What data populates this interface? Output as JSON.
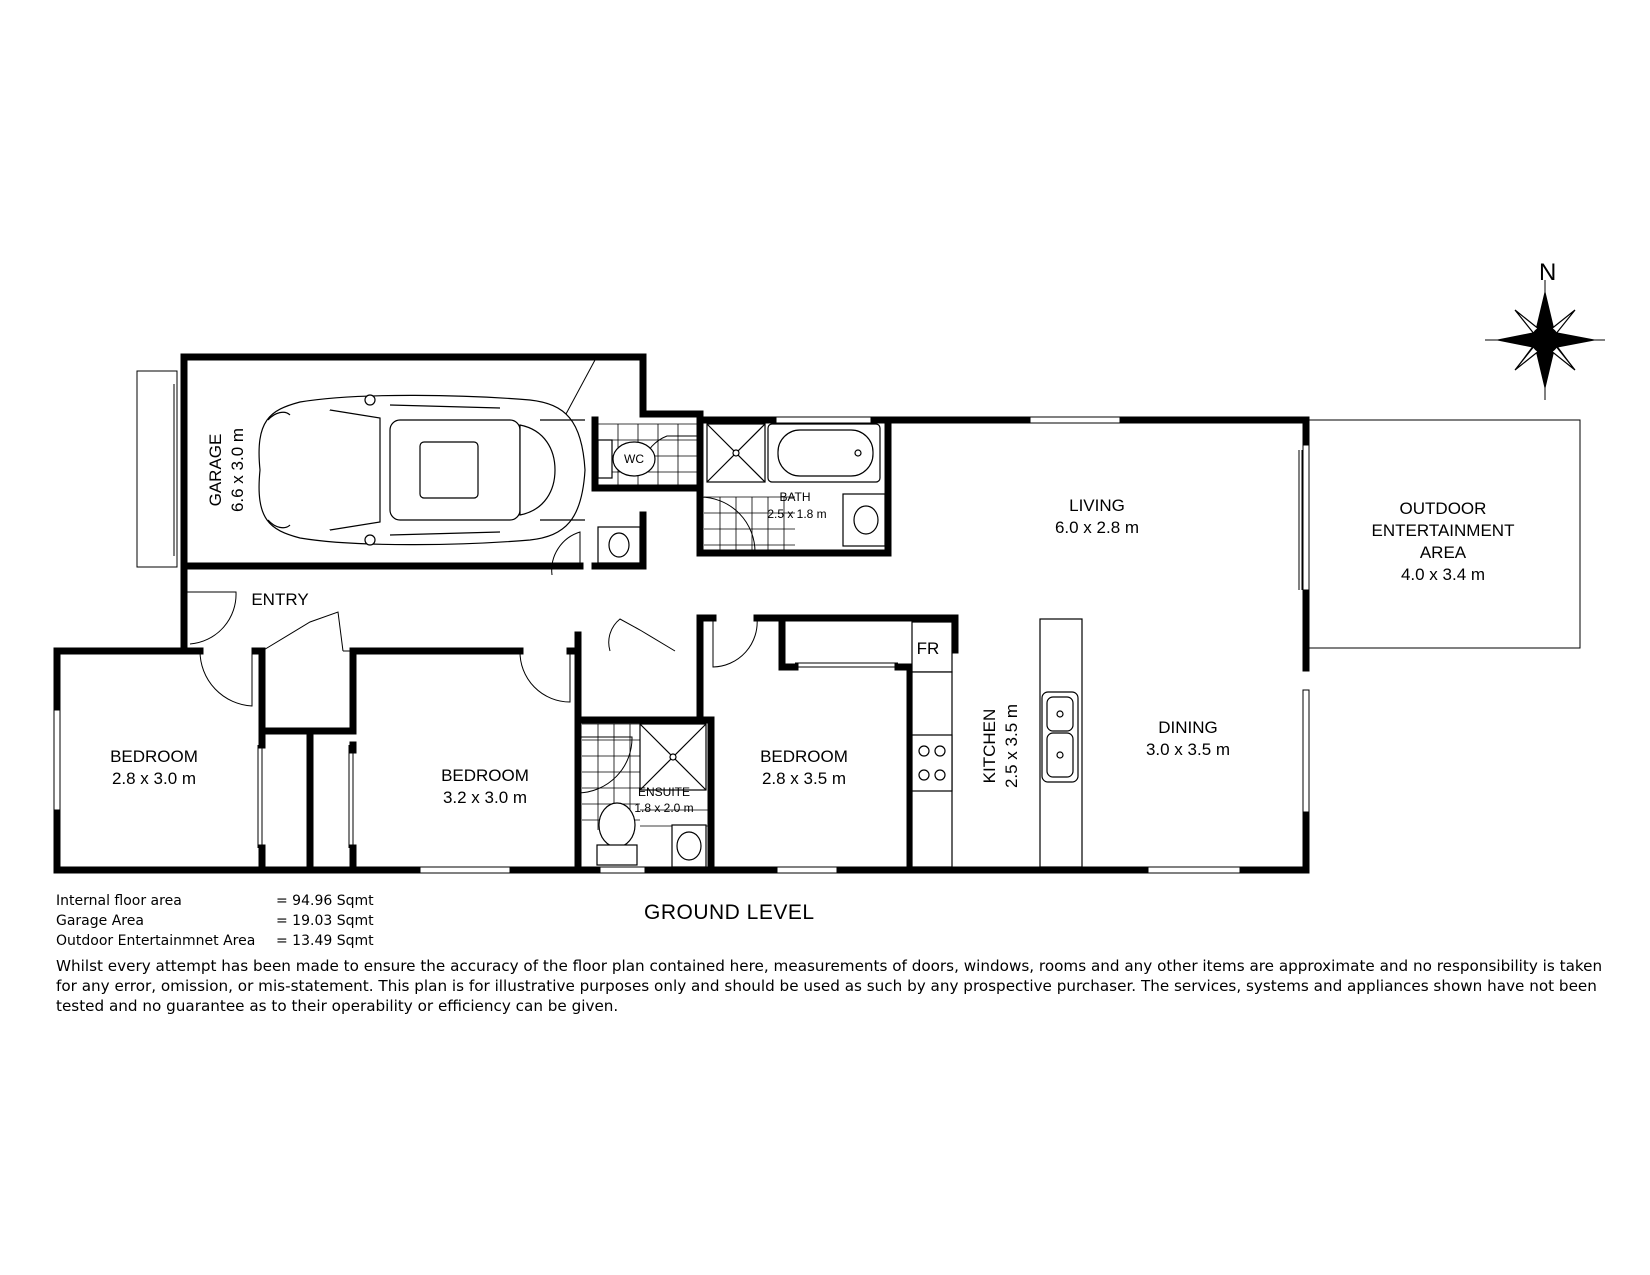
{
  "plan": {
    "level_title": "GROUND LEVEL",
    "compass_label": "N",
    "rooms": {
      "garage": {
        "name": "GARAGE",
        "size": "6.6  x  3.0 m"
      },
      "entry": {
        "name": "ENTRY"
      },
      "wc": {
        "name": "WC"
      },
      "bath": {
        "name": "BATH",
        "size": "2.5  x  1.8 m"
      },
      "living": {
        "name": "LIVING",
        "size": "6.0  x  2.8 m"
      },
      "outdoor": {
        "line1": "OUTDOOR",
        "line2": "ENTERTAINMENT",
        "line3": "AREA",
        "size": "4.0  x  3.4 m"
      },
      "bedroom1": {
        "name": "BEDROOM",
        "size": "2.8  x  3.0 m"
      },
      "bedroom2": {
        "name": "BEDROOM",
        "size": "3.2  x  3.0 m"
      },
      "ensuite": {
        "name": "ENSUITE",
        "size": "1.8  x  2.0 m"
      },
      "bedroom3": {
        "name": "BEDROOM",
        "size": "2.8  x  3.5 m"
      },
      "fridge": {
        "name": "FR"
      },
      "kitchen": {
        "name": "KITCHEN",
        "size": "2.5  x  3.5 m"
      },
      "dining": {
        "name": "DINING",
        "size": "3.0  x  3.5 m"
      }
    }
  },
  "areas": [
    {
      "label": "Internal floor area",
      "value": "= 94.96 Sqmt"
    },
    {
      "label": "Garage Area",
      "value": "= 19.03 Sqmt"
    },
    {
      "label": "Outdoor Entertainmnet Area",
      "value": "= 13.49 Sqmt"
    }
  ],
  "disclaimer": "Whilst every attempt has been made to ensure the accuracy of the floor plan contained here, measurements of doors, windows, rooms and any other items are approximate and no responsibility is taken for any error, omission, or mis-statement. This plan is for illustrative purposes only and should be used as such by any prospective purchaser. The services, systems and appliances shown have not been tested and no guarantee as to their operability or efficiency can be given."
}
